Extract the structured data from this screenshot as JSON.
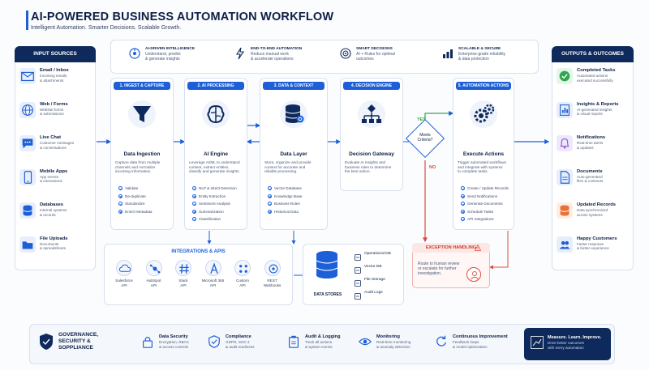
{
  "header": {
    "title": "AI-POWERED BUSINESS AUTOMATION WORKFLOW",
    "subtitle": "Intelligent Automation. Smarter Decisions. Scalable Growth."
  },
  "features": [
    {
      "title": "AI-DRIVEN INTELLIGENCE",
      "text1": "Understand, predict",
      "text2": "& generate insights"
    },
    {
      "title": "END-TO-END AUTOMATION",
      "text1": "Reduce manual work",
      "text2": "& accelerate operations"
    },
    {
      "title": "SMART DECISIONS",
      "text1": "AI + Rules for optimal",
      "text2": "outcomes"
    },
    {
      "title": "SCALABLE & SECURE",
      "text1": "Enterprise-grade reliability",
      "text2": "& data protection"
    }
  ],
  "inputs": {
    "heading": "INPUT SOURCES",
    "items": [
      {
        "title": "Email / Inbox",
        "l1": "Incoming emails",
        "l2": "& attachments"
      },
      {
        "title": "Web / Forms",
        "l1": "Website forms",
        "l2": "& submissions"
      },
      {
        "title": "Live Chat",
        "l1": "Customer messages",
        "l2": "& conversations"
      },
      {
        "title": "Mobile Apps",
        "l1": "App events",
        "l2": "& interactions"
      },
      {
        "title": "Databases",
        "l1": "Internal systems",
        "l2": "& records"
      },
      {
        "title": "File Uploads",
        "l1": "Documents",
        "l2": "& spreadsheets"
      }
    ]
  },
  "outputs": {
    "heading": "OUTPUTS & OUTCOMES",
    "items": [
      {
        "title": "Completed Tasks",
        "l1": "Automated actions",
        "l2": "executed successfully"
      },
      {
        "title": "Insights & Reports",
        "l1": "AI-generated insights",
        "l2": "& visual reports"
      },
      {
        "title": "Notifications",
        "l1": "Real-time alerts",
        "l2": "& updates"
      },
      {
        "title": "Documents",
        "l1": "Auto-generated",
        "l2": "files & contracts"
      },
      {
        "title": "Updated Records",
        "l1": "Data synchronized",
        "l2": "across systems"
      },
      {
        "title": "Happy Customers",
        "l1": "Faster response",
        "l2": "& better experience"
      }
    ]
  },
  "stages": [
    {
      "header": "1. INGEST & CAPTURE",
      "title": "Data Ingestion",
      "desc": [
        "Capture data from multiple",
        "channels and normalize",
        "incoming information."
      ],
      "bullets": [
        "Validate",
        "De-duplicate",
        "Standardize",
        "Enrich Metadata"
      ]
    },
    {
      "header": "2. AI PROCESSING",
      "title": "AI Engine",
      "desc": [
        "Leverage AI/ML to understand",
        "content, extract entities,",
        "classify and generate insights."
      ],
      "bullets": [
        "NLP & Intent Detection",
        "Entity Extraction",
        "Sentiment Analysis",
        "Summarization",
        "Classification"
      ]
    },
    {
      "header": "3. DATA & CONTEXT",
      "title": "Data Layer",
      "desc": [
        "Store, organize and provide",
        "context for accurate and",
        "reliable processing."
      ],
      "bullets": [
        "Vector Database",
        "Knowledge Base",
        "Business Rules",
        "Historical Data"
      ]
    },
    {
      "header": "4. DECISION ENGINE",
      "title": "Decision Gateway",
      "desc": [
        "Evaluate AI insights and",
        "business rules to determine",
        "the best action."
      ],
      "bullets": []
    },
    {
      "header": "5. AUTOMATION ACTIONS",
      "title": "Execute Actions",
      "desc": [
        "Trigger automated workflows",
        "and integrate with systems",
        "to complete tasks."
      ],
      "bullets": [
        "Create / Update Records",
        "Send Notifications",
        "Generate Documents",
        "Schedule Tasks",
        "API Integrations"
      ]
    }
  ],
  "decision": {
    "yes": "YES",
    "no": "NO",
    "q1": "Meets",
    "q2": "Criteria?"
  },
  "exception": {
    "title": "EXCEPTION HANDLING",
    "text": [
      "Route to human review",
      "or escalate for further",
      "investigation."
    ]
  },
  "integrations": {
    "title": "INTEGRATIONS & APIS",
    "items": [
      {
        "n1": "Salesforce",
        "n2": "API"
      },
      {
        "n1": "HubSpot",
        "n2": "API"
      },
      {
        "n1": "Slack",
        "n2": "API"
      },
      {
        "n1": "Microsoft 365",
        "n2": "API"
      },
      {
        "n1": "Custom",
        "n2": "API"
      },
      {
        "n1": "REST",
        "n2": "Webhooks"
      }
    ]
  },
  "datastores": {
    "title": "DATA STORES",
    "items": [
      "Operational DB",
      "Vector DB",
      "File Storage",
      "Audit Logs"
    ]
  },
  "footer": {
    "governance": [
      "GOVERNANCE,",
      "SECURITY &",
      "SOPPLIANCE"
    ],
    "items": [
      {
        "title": "Data Security",
        "l1": "Encryption, RBAC",
        "l2": "& access controls"
      },
      {
        "title": "Compliance",
        "l1": "GDPR, SOC 2",
        "l2": "& audit readiness"
      },
      {
        "title": "Audit & Logging",
        "l1": "Track all actions",
        "l2": "& system events"
      },
      {
        "title": "Monitoring",
        "l1": "Real-time monitoring",
        "l2": "& anomaly detection"
      },
      {
        "title": "Continuous Improvement",
        "l1": "Feedback loops",
        "l2": "& model optimization"
      }
    ],
    "cta": {
      "title": "Measure. Learn. Improve.",
      "l1": "Drive better outcomes",
      "l2": "with every automation"
    }
  },
  "colors": {
    "navy": "#0e2a5c",
    "blue": "#1d5fd6",
    "red": "#e04a3a",
    "green": "#2fa84f"
  }
}
